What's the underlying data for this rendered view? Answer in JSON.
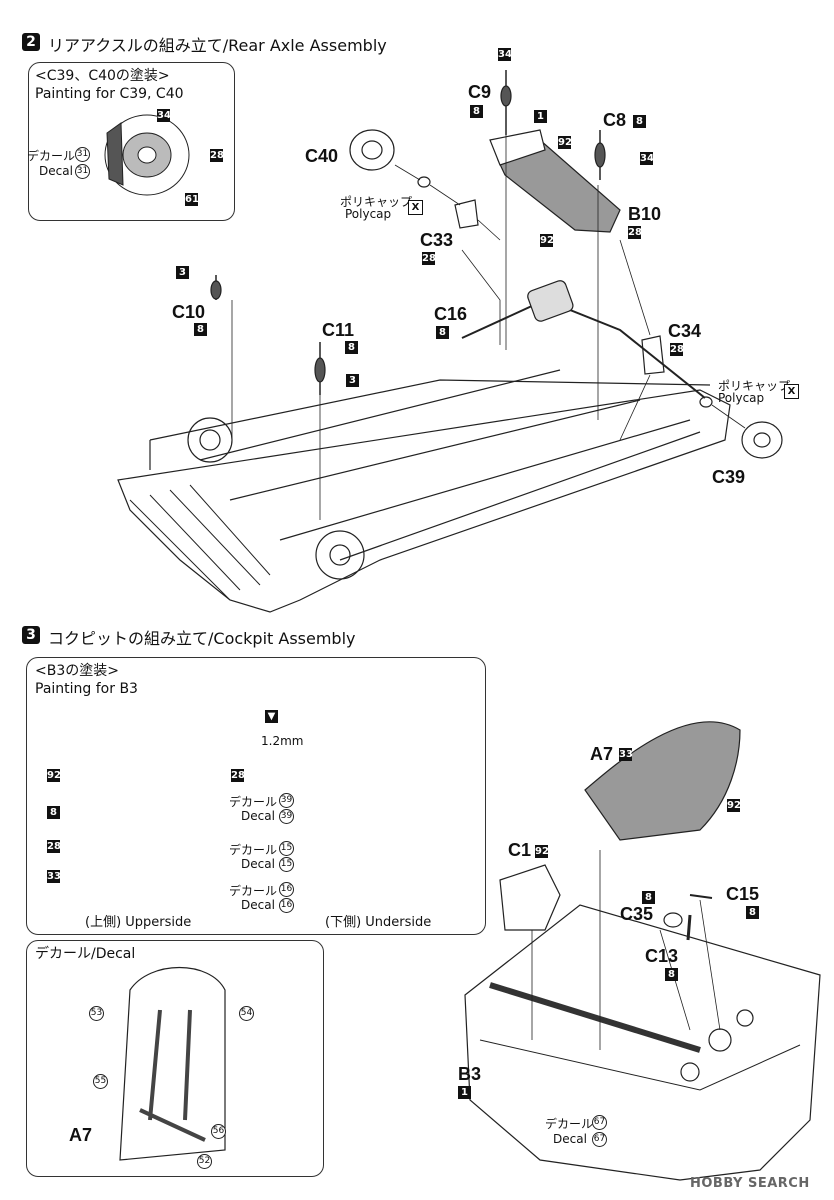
{
  "step2": {
    "number": "2",
    "title": "リアアクスルの組み立て/Rear Axle Assembly",
    "inset": {
      "heading_ja": "<C39、C40の塗装>",
      "heading_en": "Painting for C39, C40",
      "decal_ja": "デカール",
      "decal_en": "Decal",
      "decal_no": "31",
      "colors": [
        "34",
        "28",
        "61"
      ]
    },
    "parts": {
      "c40": "C40",
      "c9": "C9",
      "c9_color": "8",
      "c9_top": "34",
      "c8": "C8",
      "c8_color": "8",
      "c8_spring": "34",
      "b1_color": "1",
      "b92": "92",
      "b10": "B10",
      "b10_color": "28",
      "c33": "C33",
      "c33_color": "28",
      "c16": "C16",
      "c16_color": "8",
      "shaft_color": "92",
      "c34": "C34",
      "c34_color": "28",
      "c39": "C39",
      "c10": "C10",
      "c10_color": "8",
      "c10_top": "3",
      "c11": "C11",
      "c11_color": "8",
      "c11_spring": "3"
    },
    "polycap1": {
      "ja": "ポリキャップ",
      "en": "Polycap",
      "mark": "X"
    },
    "polycap2": {
      "ja": "ポリキャップ",
      "en": "Polycap",
      "mark": "X"
    }
  },
  "step3": {
    "number": "3",
    "title": "コクピットの組み立て/Cockpit Assembly",
    "inset": {
      "heading_ja": "<B3の塗装>",
      "heading_en": "Painting for B3",
      "drill": "1.2mm",
      "decal39_ja": "デカール",
      "decal39_en": "Decal",
      "decal39_no": "39",
      "decal15_ja": "デカール",
      "decal15_en": "Decal",
      "decal15_no": "15",
      "decal16_ja": "デカール",
      "decal16_en": "Decal",
      "decal16_no": "16",
      "colors_left": [
        "92",
        "8",
        "28",
        "33"
      ],
      "color_right": "28",
      "upperside": "(上側) Upperside",
      "underside": "(下側) Underside"
    },
    "decal_inset": {
      "heading": "デカール/Decal",
      "part": "A7",
      "numbers": [
        "53",
        "54",
        "55",
        "56",
        "52"
      ]
    },
    "parts": {
      "a7": "A7",
      "a7_color": "33",
      "a7_body": "92",
      "c1": "C1",
      "c1_color": "92",
      "c15": "C15",
      "c15_color": "8",
      "c35": "C35",
      "c35_color": "8",
      "c13": "C13",
      "c13_color": "8",
      "b3": "B3",
      "b3_color": "1"
    },
    "decal67": {
      "ja": "デカール",
      "en": "Decal",
      "no": "67"
    }
  },
  "watermark": "HOBBY SEARCH"
}
